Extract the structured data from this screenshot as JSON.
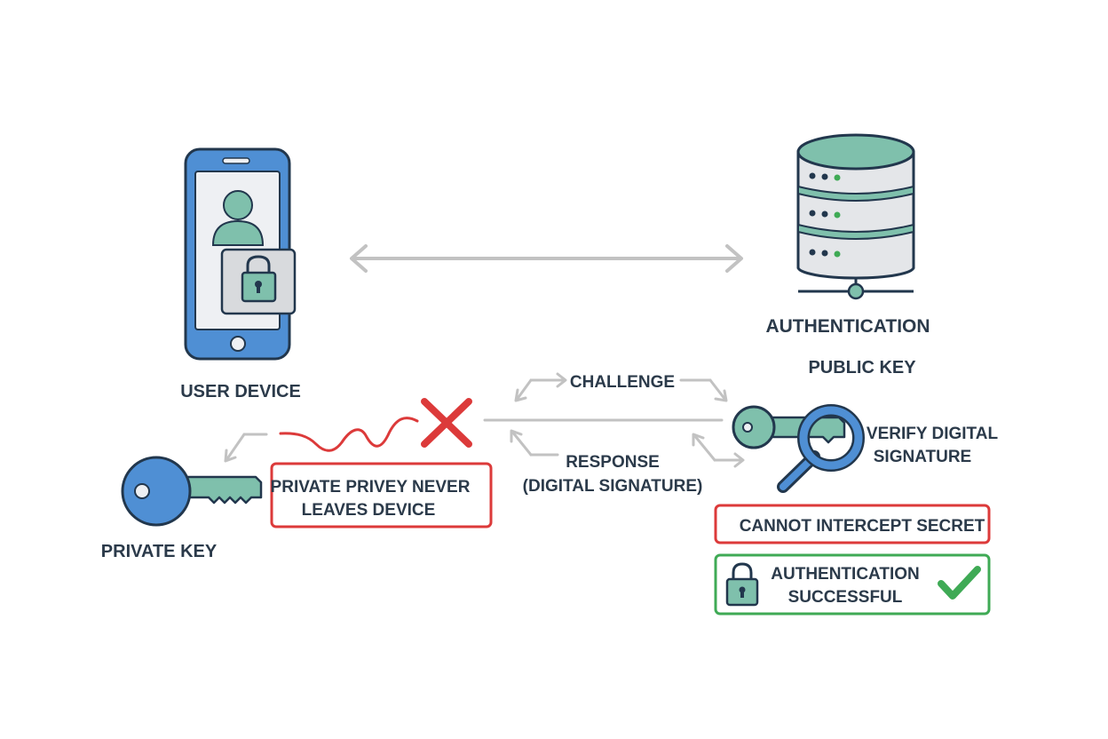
{
  "labels": {
    "user_device": "USER DEVICE",
    "authentication": "AUTHENTICATION",
    "public_key": "PUBLIC KEY",
    "challenge": "CHALLENGE",
    "response_line1": "RESPONSE",
    "response_line2": "(DIGITAL SIGNATURE)",
    "verify_line1": "VERIFY DIGITAL",
    "verify_line2": "SIGNATURE",
    "private_key": "PRIVATE KEY",
    "never_leaves_line1": "PRIVATE PRIVEY NEVER",
    "never_leaves_line2": "LEAVES DEVICE",
    "cannot_intercept": "CANNOT INTERCEPT SECRET",
    "success_line1": "AUTHENTICATION",
    "success_line2": "SUCCESSFUL"
  },
  "icons": {
    "device": "smartphone-icon",
    "user": "user-icon",
    "device_lock": "lock-icon",
    "server": "server-icon",
    "private_key": "key-icon",
    "verify": "magnifier-key-icon",
    "blocked": "cross-icon",
    "success_lock": "lock-icon",
    "success_check": "checkmark-icon"
  },
  "colors": {
    "blue": "#4f8fd4",
    "teal": "#7fc0ac",
    "red": "#dc3a3a",
    "green": "#3faa55",
    "gray": "#c2c2c2",
    "text": "#2b3a4a"
  }
}
